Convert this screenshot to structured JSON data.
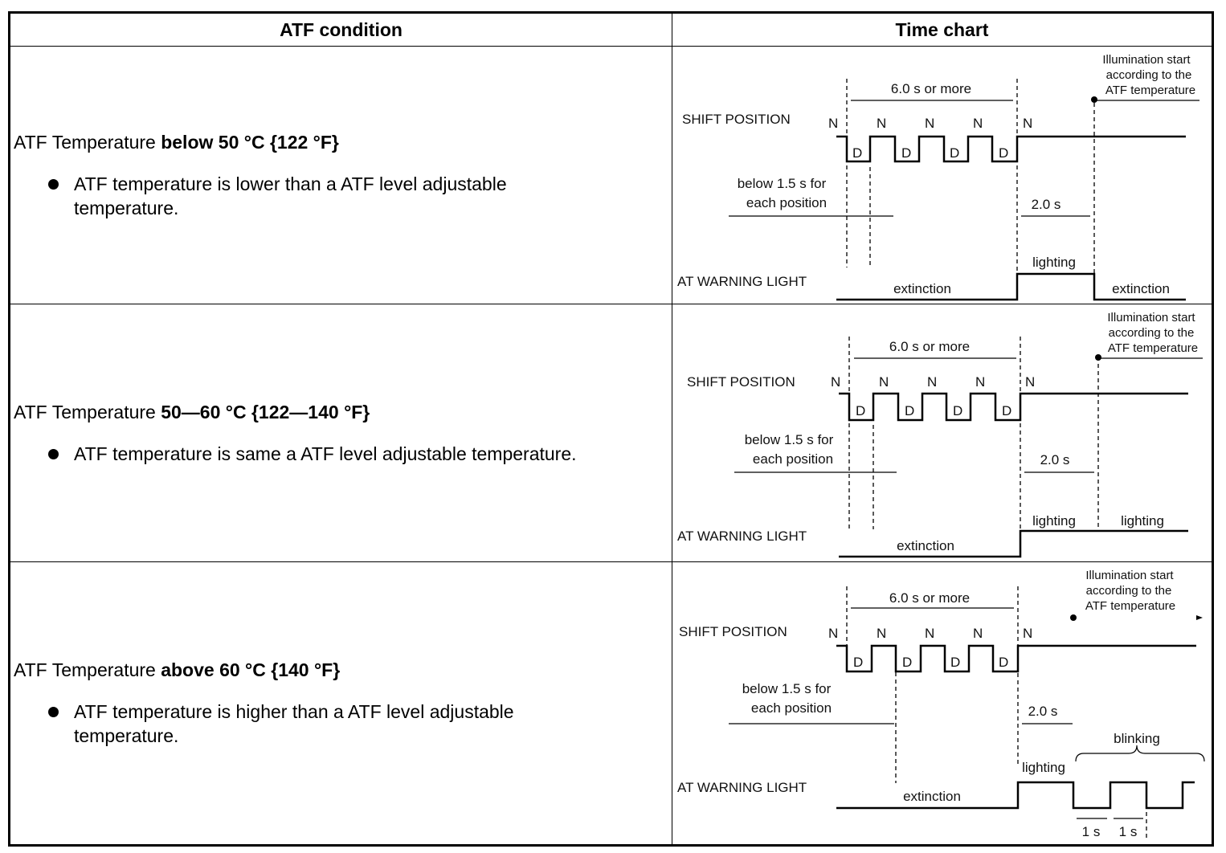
{
  "header": {
    "col1": "ATF condition",
    "col2": "Time chart"
  },
  "rows": [
    {
      "title_prefix": "ATF Temperature ",
      "title_bold": "below 50 °C {122 °F}",
      "bullet": "ATF temperature is lower than a ATF level adjustable temperature.",
      "chart": {
        "illumination": [
          "Illumination start",
          "according to the",
          "ATF temperature"
        ],
        "duration": "6.0 s or more",
        "shift_label": "SHIFT POSITION",
        "N": "N",
        "D": "D",
        "below": [
          "below 1.5 s for",
          "each position"
        ],
        "two_s": "2.0 s",
        "lighting": "lighting",
        "warning_label": "AT WARNING LIGHT",
        "extinction": "extinction",
        "extinction2": "extinction"
      }
    },
    {
      "title_prefix": "ATF Temperature ",
      "title_bold": "50—60 °C {122—140 °F}",
      "bullet": "ATF temperature is same a ATF level adjustable temperature.",
      "chart": {
        "illumination": [
          "Illumination start",
          "according to the",
          "ATF temperature"
        ],
        "duration": "6.0 s or more",
        "shift_label": "SHIFT POSITION",
        "N": "N",
        "D": "D",
        "below": [
          "below 1.5 s for",
          "each position"
        ],
        "two_s": "2.0 s",
        "lighting": "lighting",
        "lighting2": "lighting",
        "warning_label": "AT WARNING LIGHT",
        "extinction": "extinction"
      }
    },
    {
      "title_prefix": "ATF Temperature ",
      "title_bold": "above 60 °C {140 °F}",
      "bullet": "ATF temperature is higher than a ATF level adjustable temperature.",
      "chart": {
        "illumination": [
          "Illumination start",
          "according to the",
          "ATF temperature"
        ],
        "duration": "6.0 s or more",
        "shift_label": "SHIFT POSITION",
        "N": "N",
        "D": "D",
        "below": [
          "below 1.5 s for",
          "each position"
        ],
        "two_s": "2.0 s",
        "blinking": "blinking",
        "lighting": "lighting",
        "warning_label": "AT WARNING LIGHT",
        "extinction": "extinction",
        "one_s": "1 s"
      }
    }
  ]
}
